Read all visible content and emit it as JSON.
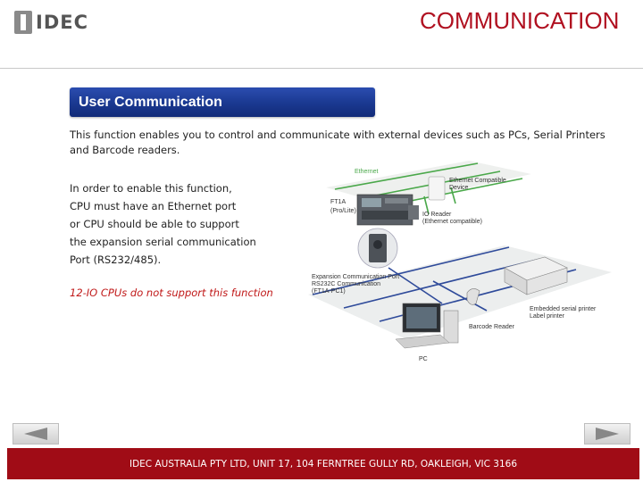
{
  "header": {
    "logo_text": "IDEC",
    "title": "COMMUNICATION"
  },
  "section": {
    "heading": "User Communication"
  },
  "content": {
    "intro": "This function enables you to control and communicate with external devices such as PCs, Serial Printers and Barcode readers.",
    "requirement_lines": [
      "In order to enable this function,",
      "CPU must have an Ethernet port",
      "or CPU should be able to support",
      "the expansion serial communication",
      "Port (RS232/485)."
    ],
    "note": "12-IO CPUs do not support this function"
  },
  "diagram": {
    "ethernet": "Ethernet",
    "ethernet_device_1": "Ethernet Compatible",
    "ethernet_device_2": "Device",
    "cpu_1": "FT1A",
    "cpu_2": "(Pro/Lite)",
    "io_reader_1": "IO Reader",
    "io_reader_2": "(Ethernet compatible)",
    "exp_port_1": "Expansion Communication Port",
    "exp_port_2": "RS232C Communication",
    "exp_port_3": "(FT1A-PC1)",
    "printer_1": "Embedded serial printer",
    "printer_2": "Label printer",
    "barcode": "Barcode Reader",
    "pc": "PC"
  },
  "nav": {
    "prev_icon": "triangle-left-icon",
    "next_icon": "triangle-right-icon"
  },
  "footer": {
    "address": "IDEC AUSTRALIA PTY LTD, UNIT 17, 104 FERNTREE GULLY RD, OAKLEIGH, VIC 3166"
  },
  "colors": {
    "accent_red": "#b01020",
    "footer_red": "#a00c16",
    "bar_blue": "#1a3890",
    "network_blue": "#2e4a9a",
    "network_green": "#4aa84a"
  }
}
